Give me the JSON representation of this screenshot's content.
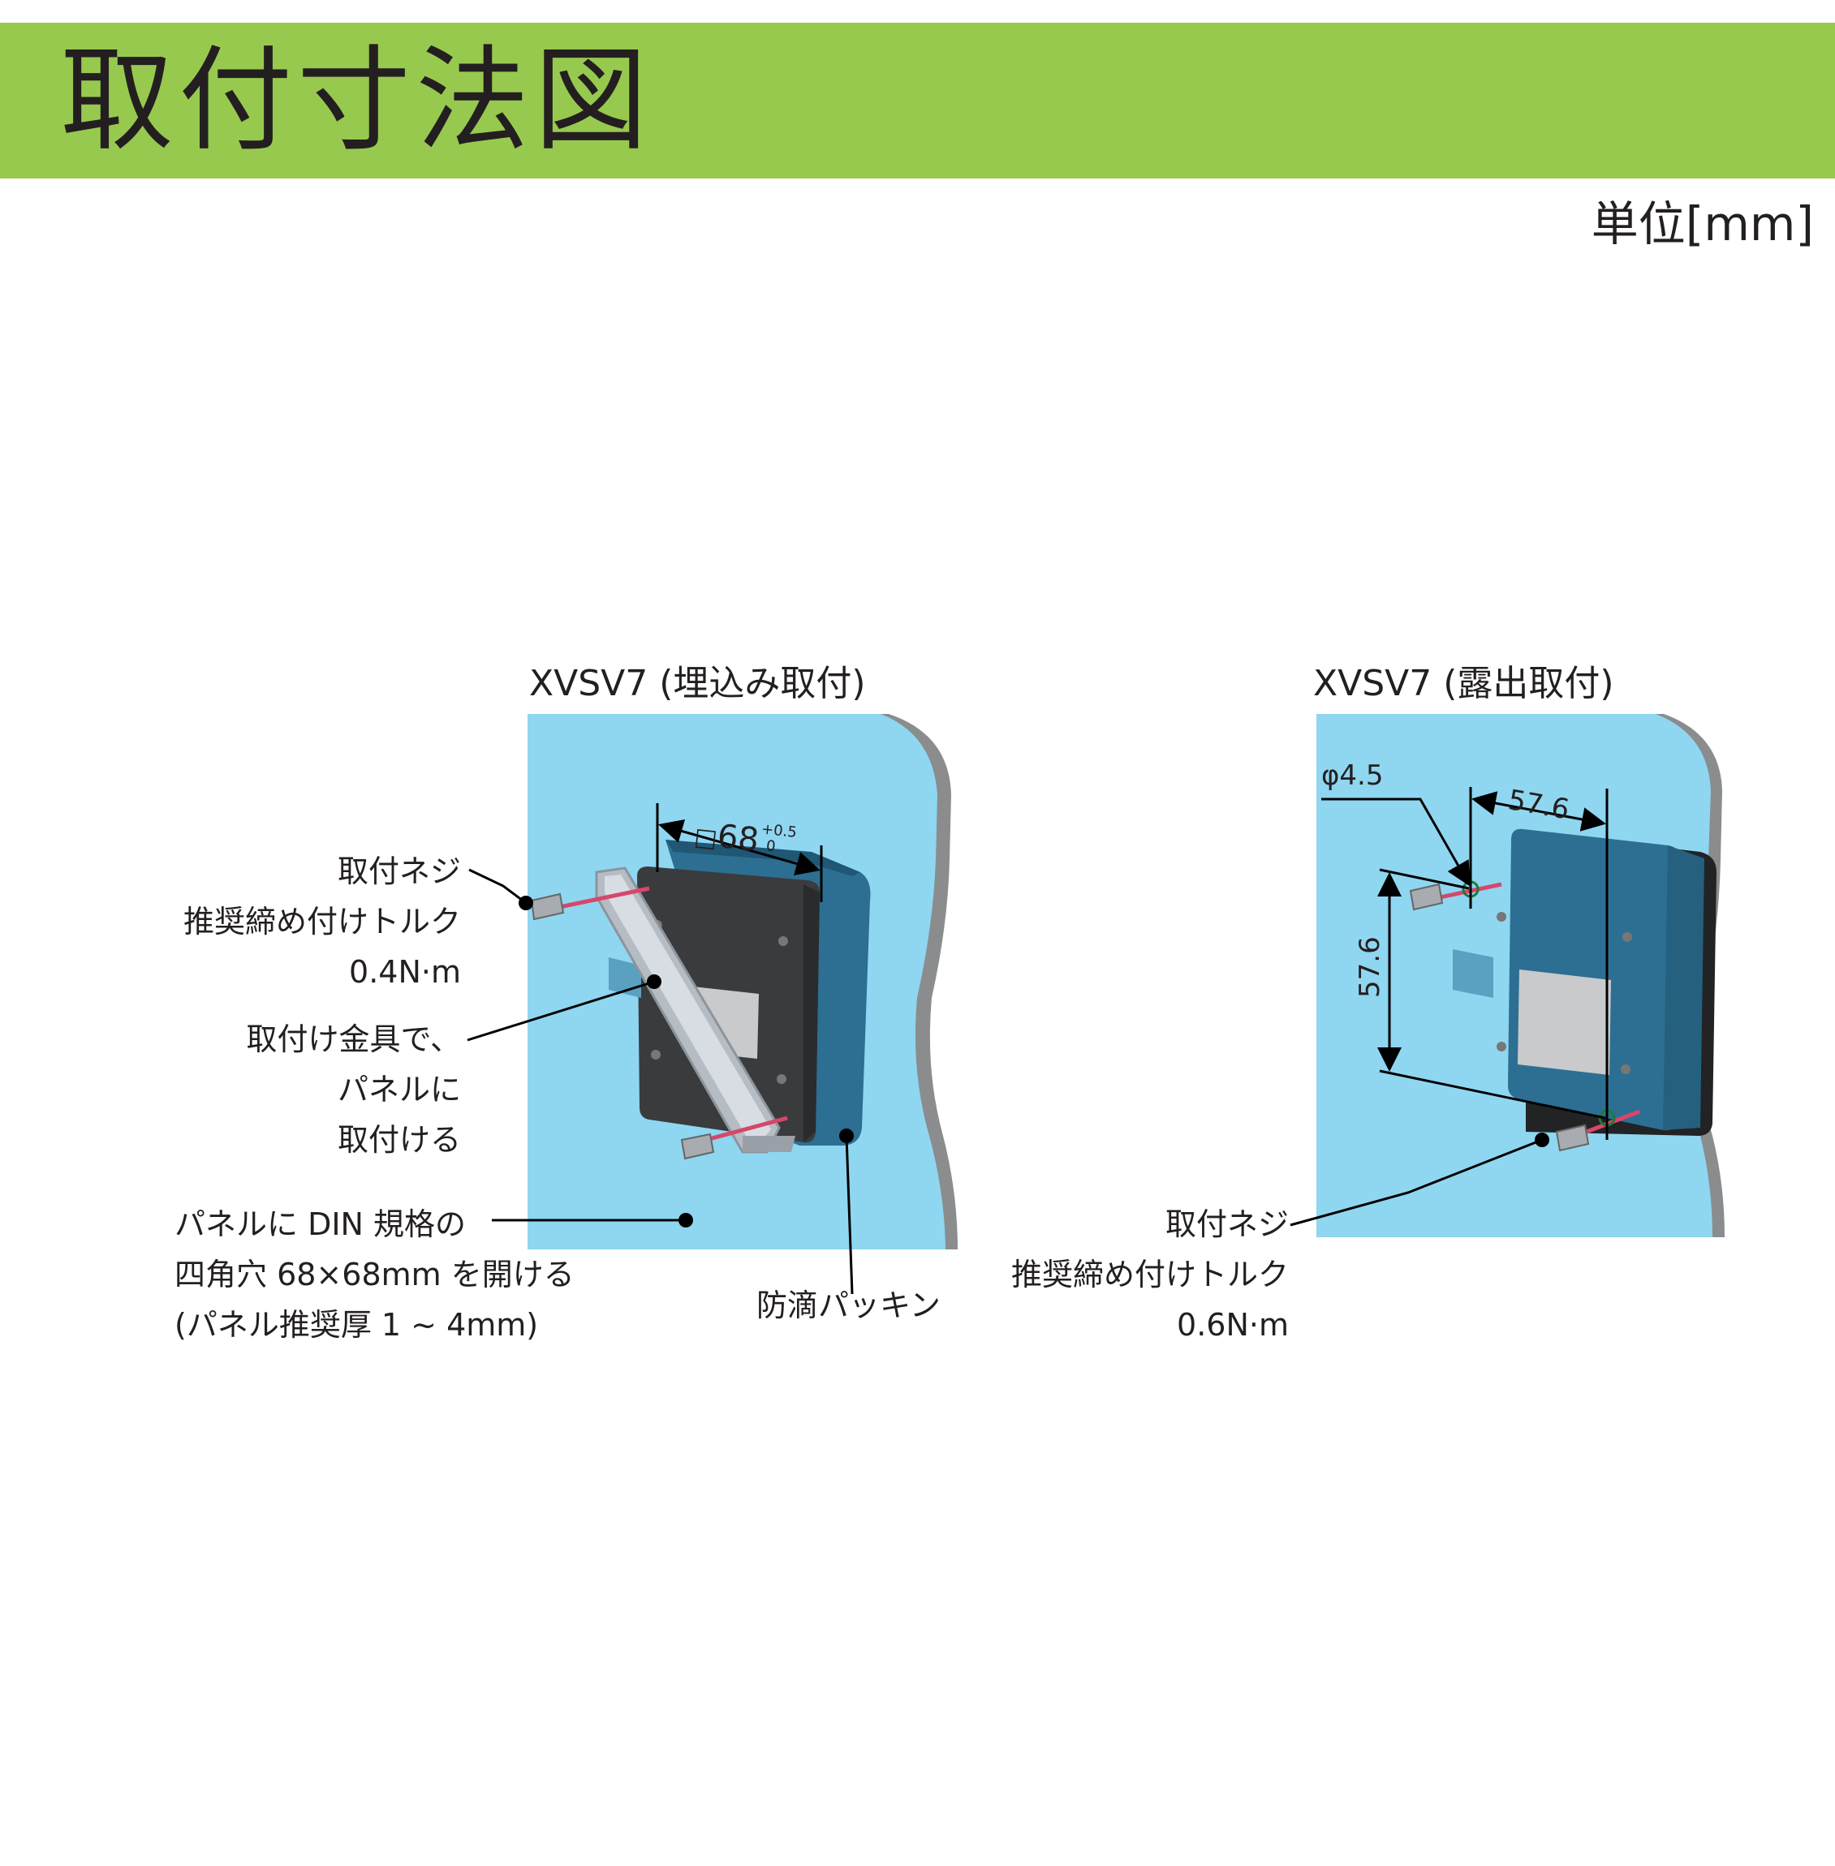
{
  "header": {
    "title": "取付寸法図"
  },
  "unit": "単位[mm]",
  "figure_left": {
    "title": "XVSV7 (埋込み取付)",
    "dimension": {
      "prefix": "□",
      "value": "68",
      "tol_upper": "+0.5",
      "tol_lower": "0"
    },
    "callouts": {
      "screw": [
        "取付ネジ",
        "推奨締め付けトルク",
        "0.4N·m"
      ],
      "bracket": [
        "取付け金具で、",
        "パネルに",
        "取付ける"
      ],
      "panel_hole": [
        "パネルに DIN 規格の",
        "四角穴 68×68mm を開ける",
        "(パネル推奨厚 1 ~ 4mm)"
      ],
      "gasket": "防滴パッキン"
    }
  },
  "figure_right": {
    "title": "XVSV7 (露出取付)",
    "hole_diameter": "φ4.5",
    "dim_horizontal": "57.6",
    "dim_vertical": "57.6",
    "callouts": {
      "screw": [
        "取付ネジ",
        "推奨締め付けトルク",
        "0.6N·m"
      ]
    }
  },
  "colors": {
    "header": "#97c94f",
    "panel": "#8fd6f1",
    "device_dark": "#3a3b3d",
    "device_blue": "#2d6f92",
    "screw_line": "#d6476b"
  }
}
